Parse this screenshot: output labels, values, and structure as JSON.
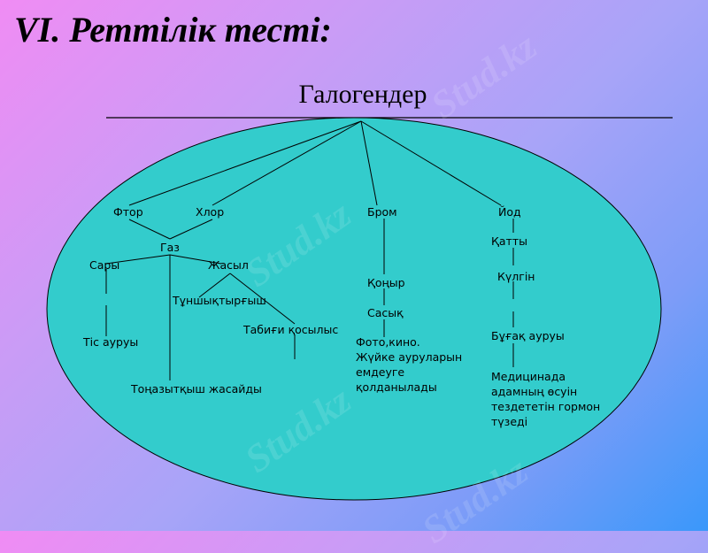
{
  "slide": {
    "title": "VI. Реттілік тесті:",
    "background_colors": [
      "#f08cf4",
      "#a8a4f8",
      "#3a98fa"
    ]
  },
  "diagram": {
    "title": "Галогендер",
    "ellipse_color": "#33cccc",
    "nodes": {
      "ftor": "Фтор",
      "hlor": "Хлор",
      "brom": "Бром",
      "yod": "Йод",
      "gaz": "Газ",
      "sary": "Сары",
      "zhasyl": "Жасыл",
      "tunshyktyrgysh": "Тұншықтырғыш",
      "tabigi_kosylys": "Табиғи қосылыс",
      "tis_auruy": "Тіс ауруы",
      "tonazytkysh": "Тоңазытқыш жасайды",
      "konyr": "Қоңыр",
      "sasyk": "Сасық",
      "brom_use": [
        "Фото,кино.",
        "Жүйке ауруларын",
        "емдеуге",
        "қолданылады"
      ],
      "katty": "Қатты",
      "kulgin": "Күлгін",
      "bugak_auruy": "Бұғақ ауруы",
      "yod_use": [
        "Медицинада",
        "адамның өсуін",
        "тездететін гормон",
        "түзеді"
      ]
    }
  },
  "watermark": {
    "text": "Stud.kz"
  }
}
